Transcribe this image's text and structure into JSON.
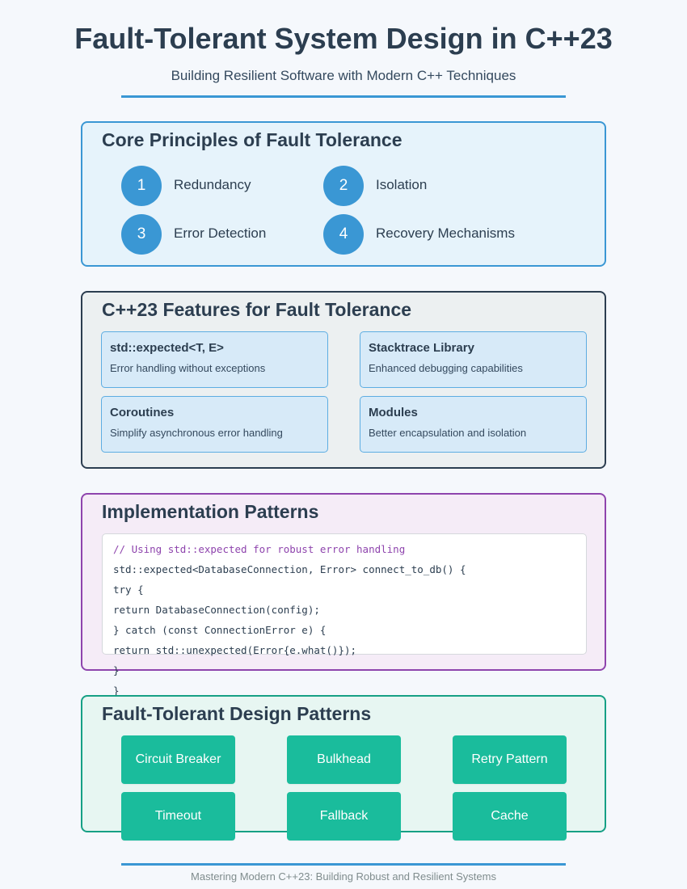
{
  "header": {
    "title": "Fault-Tolerant System Design in C++23",
    "subtitle": "Building Resilient Software with Modern C++ Techniques"
  },
  "principles": {
    "title": "Core Principles of Fault Tolerance",
    "items": [
      {
        "number": "1",
        "label": "Redundancy"
      },
      {
        "number": "2",
        "label": "Isolation"
      },
      {
        "number": "3",
        "label": "Error Detection"
      },
      {
        "number": "4",
        "label": "Recovery Mechanisms"
      }
    ]
  },
  "features": {
    "title": "C++23 Features for Fault Tolerance",
    "items": [
      {
        "name": "std::expected<T, E>",
        "desc": "Error handling without exceptions"
      },
      {
        "name": "Stacktrace Library",
        "desc": "Enhanced debugging capabilities"
      },
      {
        "name": "Coroutines",
        "desc": "Simplify asynchronous error handling"
      },
      {
        "name": "Modules",
        "desc": "Better encapsulation and isolation"
      }
    ]
  },
  "implementation": {
    "title": "Implementation Patterns",
    "code_lines": [
      "// Using std::expected for robust error handling",
      "std::expected<DatabaseConnection, Error> connect_to_db() {",
      "try {",
      "return DatabaseConnection(config);",
      "} catch (const ConnectionError e) {",
      "return std::unexpected(Error{e.what()});",
      "}",
      "}"
    ]
  },
  "patterns": {
    "title": "Fault-Tolerant Design Patterns",
    "items": [
      "Circuit Breaker",
      "Bulkhead",
      "Retry Pattern",
      "Timeout",
      "Fallback",
      "Cache"
    ]
  },
  "footer": {
    "text": "Mastering Modern C++23: Building Robust and Resilient Systems"
  },
  "colors": {
    "primary": "#3a97d4",
    "dark": "#2c3e50",
    "purple": "#8e44ad",
    "teal": "#1abc9c"
  }
}
